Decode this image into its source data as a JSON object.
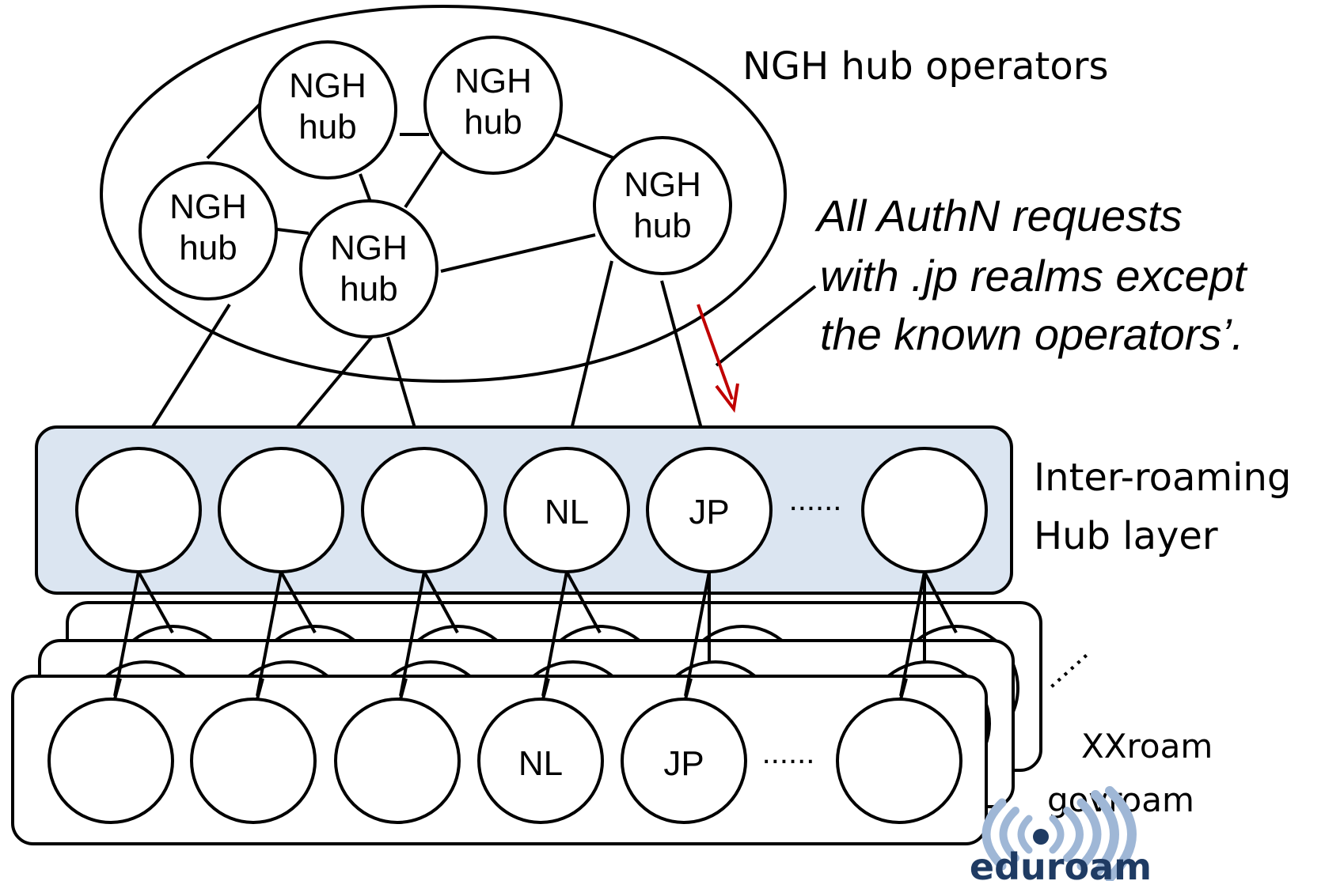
{
  "title": "NGH hub operators",
  "hub_label_line1": "NGH",
  "hub_label_line2": "hub",
  "callout": {
    "line1": "All AuthN requests",
    "line2": "with .jp realms except",
    "line3": "the known operators’."
  },
  "hub_layer": {
    "label_line1": "Inter-roaming",
    "label_line2": "Hub layer",
    "nodes": [
      "",
      "",
      "",
      "NL",
      "JP",
      ""
    ],
    "ellipsis": "......"
  },
  "federation_layer": {
    "nodes": [
      "",
      "",
      "",
      "NL",
      "JP",
      ""
    ],
    "ellipsis": "......",
    "stack_ellipsis": "......",
    "labels": [
      "XXroam",
      "govroam"
    ]
  },
  "logo": {
    "text": "eduroam"
  },
  "colors": {
    "hub_layer_fill": "#dbe5f1",
    "arrow": "#c00000",
    "logo_blue": "#9fb7d6",
    "logo_dark": "#1f3b63"
  }
}
